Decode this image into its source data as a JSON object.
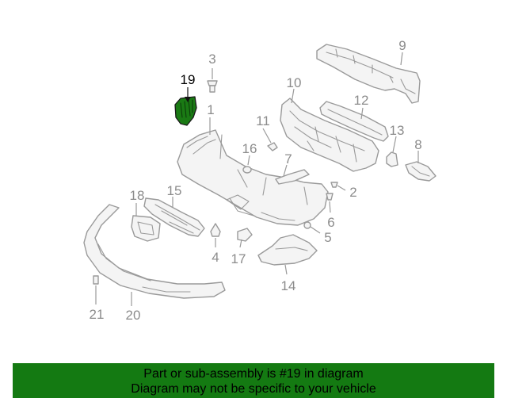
{
  "callouts": [
    {
      "id": "19",
      "label": "19",
      "highlighted": true
    },
    {
      "id": "3",
      "label": "3"
    },
    {
      "id": "1",
      "label": "1"
    },
    {
      "id": "9",
      "label": "9"
    },
    {
      "id": "10",
      "label": "10"
    },
    {
      "id": "12",
      "label": "12"
    },
    {
      "id": "11",
      "label": "11"
    },
    {
      "id": "13",
      "label": "13"
    },
    {
      "id": "8",
      "label": "8"
    },
    {
      "id": "16",
      "label": "16"
    },
    {
      "id": "7",
      "label": "7"
    },
    {
      "id": "2",
      "label": "2"
    },
    {
      "id": "18",
      "label": "18"
    },
    {
      "id": "15",
      "label": "15"
    },
    {
      "id": "6",
      "label": "6"
    },
    {
      "id": "5",
      "label": "5"
    },
    {
      "id": "4",
      "label": "4"
    },
    {
      "id": "17",
      "label": "17"
    },
    {
      "id": "14",
      "label": "14"
    },
    {
      "id": "21",
      "label": "21"
    },
    {
      "id": "20",
      "label": "20"
    }
  ],
  "banner": {
    "line1": "Part or sub-assembly is #19 in diagram",
    "line2": "Diagram may not be specific to your vehicle"
  },
  "colors": {
    "highlight": "#1a7a14",
    "banner_bg": "#147a12",
    "line_gray": "#9a9a9a",
    "label_gray": "#8c8c8c"
  }
}
